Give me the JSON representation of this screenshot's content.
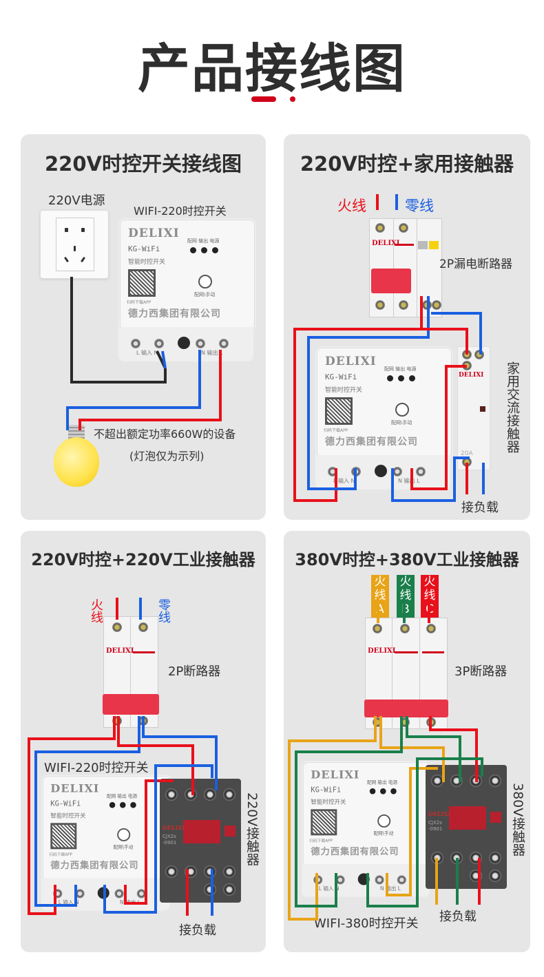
{
  "page": {
    "title": "产品接线图",
    "accent_color": "#d0021b"
  },
  "wire_colors": {
    "live": "#e8101a",
    "neutral": "#1a5fe0",
    "black": "#2a2a2a",
    "phase_a": "#e8a317",
    "phase_b": "#1a7f4b",
    "phase_c": "#e8101a"
  },
  "timer_module": {
    "brand": "DELIXI",
    "model": "KG-WiFi",
    "desc": "智能时控开关",
    "scan_label": "扫码下载APP",
    "company": "德力西集团有限公司",
    "led_labels": "配网 输出 电源",
    "button_label": "配网\\手动",
    "terminal_in": "L 输入 N",
    "terminal_out": "N 输出 L"
  },
  "panels": [
    {
      "title": "220V时控开关接线图",
      "power_label": "220V电源",
      "device_label": "WIFI-220时控开关",
      "note_line1": "不超出额定功率660W的设备",
      "note_line2": "(灯泡仅为示列)"
    },
    {
      "title": "220V时控+家用接触器",
      "live_label": "火线",
      "neutral_label": "零线",
      "breaker_label": "2P漏电断路器",
      "contactor_label": "家用交流接触器",
      "contactor_brand": "DELIXI",
      "contactor_rating": "20A",
      "load_label": "接负载"
    },
    {
      "title": "220V时控+220V工业接触器",
      "live_label": "火线",
      "neutral_label": "零线",
      "breaker_label": "2P断路器",
      "breaker_brand": "DELIXI",
      "device_label": "WIFI-220时控开关",
      "contactor_label": "220V接触器",
      "contactor_brand": "DELIXI",
      "contactor_model": "CJX2s -0901",
      "load_label": "接负载"
    },
    {
      "title": "380V时控+380V工业接触器",
      "phases": [
        "火线A",
        "火线B",
        "火线C"
      ],
      "phase_a": "火线 A",
      "phase_b": "火线 B",
      "phase_c": "火线 C",
      "breaker_label": "3P断路器",
      "breaker_brand": "DELIXI",
      "device_label": "WIFI-380时控开关",
      "contactor_label": "380V接触器",
      "contactor_brand": "DELIXI",
      "contactor_model": "CJX2s -0901",
      "load_label": "接负载"
    }
  ]
}
